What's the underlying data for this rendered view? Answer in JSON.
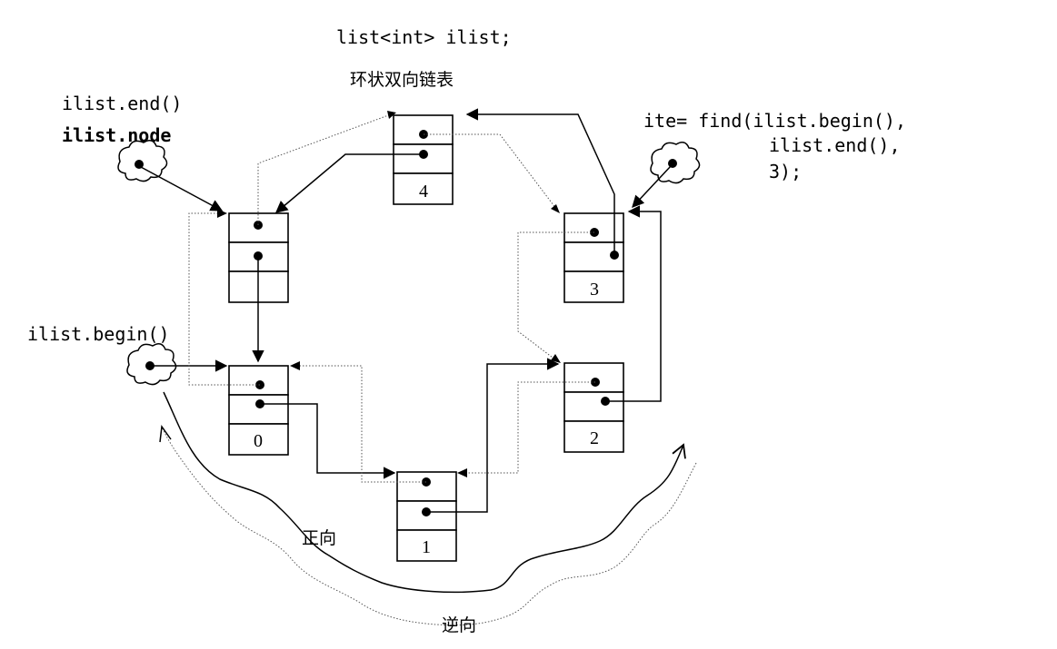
{
  "header": {
    "declaration": "list<int> ilist;",
    "caption": "环状双向链表"
  },
  "labels": {
    "end_call": "ilist.end()",
    "end_node": "ilist.node",
    "begin_call": "ilist.begin()",
    "find_line1": "ite= find(ilist.begin(),",
    "find_line2": "ilist.end(),",
    "find_line3": "3);"
  },
  "directions": {
    "forward": "正向",
    "reverse": "逆向"
  },
  "nodes": [
    {
      "id": "head",
      "value": ""
    },
    {
      "id": "n0",
      "value": "0"
    },
    {
      "id": "n1",
      "value": "1"
    },
    {
      "id": "n2",
      "value": "2"
    },
    {
      "id": "n3",
      "value": "3"
    },
    {
      "id": "n4",
      "value": "4"
    }
  ]
}
